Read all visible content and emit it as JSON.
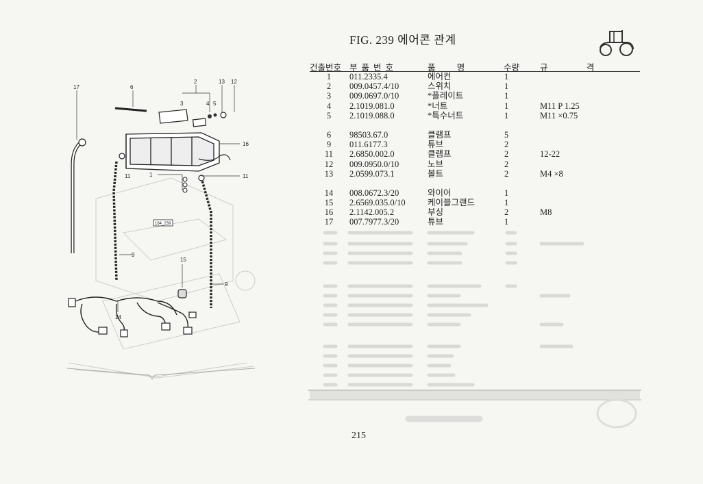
{
  "header": {
    "fig_title": "FIG. 239 에어콘 관계",
    "page_number": "215"
  },
  "table": {
    "headers": {
      "no": "건출번호",
      "part_no": "부품번호",
      "name": "품          명",
      "qty": "수량",
      "spec": "규                  격"
    },
    "groups": [
      [
        {
          "no": "1",
          "part_no": "011.2335.4",
          "name": "에어컨",
          "qty": "1",
          "spec": ""
        },
        {
          "no": "2",
          "part_no": "009.0457.4/10",
          "name": "스위치",
          "qty": "1",
          "spec": ""
        },
        {
          "no": "3",
          "part_no": "009.0697.0/10",
          "name": "*플레이트",
          "qty": "1",
          "spec": ""
        },
        {
          "no": "4",
          "part_no": "2.1019.081.0",
          "name": "*너트",
          "qty": "1",
          "spec": "M11 P 1.25"
        },
        {
          "no": "5",
          "part_no": "2.1019.088.0",
          "name": "*특수너트",
          "qty": "1",
          "spec": "M11 ×0.75"
        }
      ],
      [
        {
          "no": "6",
          "part_no": "98503.67.0",
          "name": "클램프",
          "qty": "5",
          "spec": ""
        },
        {
          "no": "9",
          "part_no": "011.6177.3",
          "name": "튜브",
          "qty": "2",
          "spec": ""
        },
        {
          "no": "11",
          "part_no": "2.6850.002.0",
          "name": "클램프",
          "qty": "2",
          "spec": "12-22"
        },
        {
          "no": "12",
          "part_no": "009.0950.0/10",
          "name": "노브",
          "qty": "2",
          "spec": ""
        },
        {
          "no": "13",
          "part_no": "2.0599.073.1",
          "name": "볼트",
          "qty": "2",
          "spec": "M4 ×8"
        }
      ],
      [
        {
          "no": "14",
          "part_no": "008.0672.3/20",
          "name": "와이어",
          "qty": "1",
          "spec": ""
        },
        {
          "no": "15",
          "part_no": "2.6569.035.0/10",
          "name": "케이블그랜드",
          "qty": "1",
          "spec": ""
        },
        {
          "no": "16",
          "part_no": "2.1142.005.2",
          "name": "부싱",
          "qty": "2",
          "spec": "M8"
        },
        {
          "no": "17",
          "part_no": "007.7977.3/20",
          "name": "튜브",
          "qty": "1",
          "spec": ""
        }
      ]
    ]
  },
  "diagram": {
    "callouts": [
      "17",
      "6",
      "2",
      "13",
      "12",
      "3",
      "4",
      "5",
      "16",
      "11",
      "1",
      "11",
      "9",
      "15",
      "9",
      "14"
    ],
    "ref_tag": "164_239"
  }
}
